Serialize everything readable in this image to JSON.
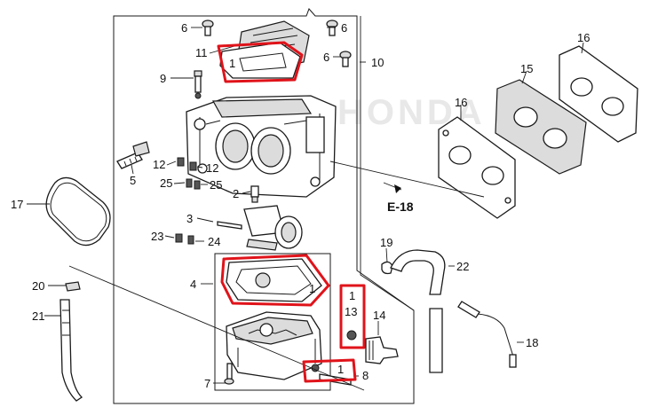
{
  "watermark": "HONDA",
  "arrow_ref": "E-18",
  "highlight_color": "#e0131a",
  "callouts": {
    "c6a": "6",
    "c6b": "6",
    "c6c": "6",
    "c11": "11",
    "c1a": "1",
    "c10": "10",
    "c9": "9",
    "c12a": "12",
    "c12b": "12",
    "c25a": "25",
    "c25b": "25",
    "c5": "5",
    "c2": "2",
    "c3": "3",
    "c23": "23",
    "c24": "24",
    "c17": "17",
    "c4": "4",
    "c1b": "1",
    "c20": "20",
    "c21": "21",
    "c7": "7",
    "c1c": "1",
    "c13": "13",
    "c14": "14",
    "c1d": "1",
    "c8": "8",
    "c19": "19",
    "c22": "22",
    "c18": "18",
    "c16a": "16",
    "c15": "15",
    "c16b": "16"
  }
}
